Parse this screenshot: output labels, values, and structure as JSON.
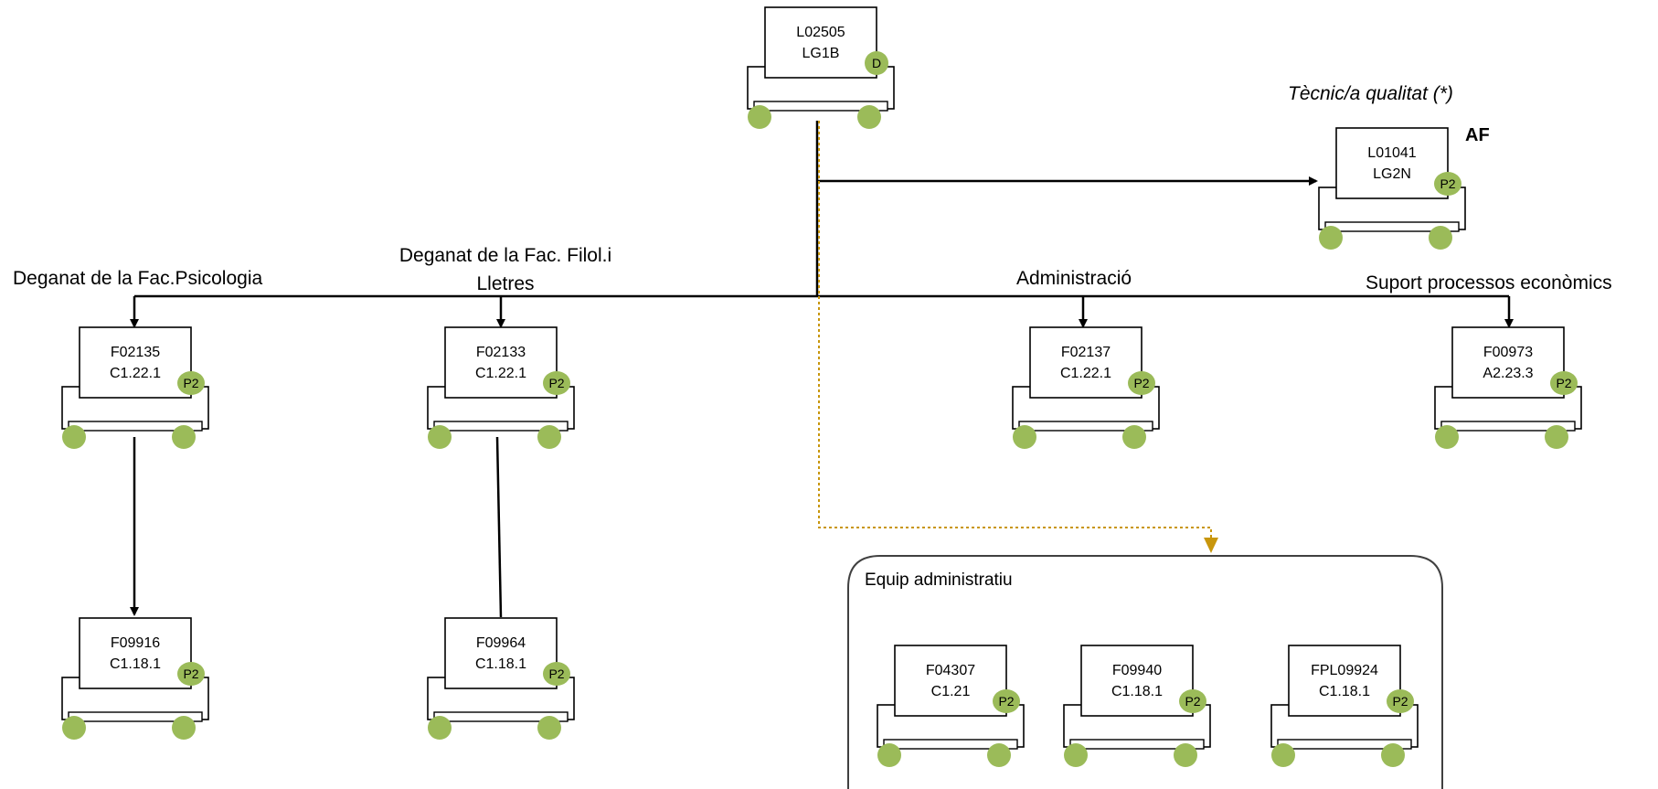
{
  "labels": {
    "tecnic": "Tècnic/a qualitat (*)",
    "af": "AF",
    "psicologia": "Deganat de la Fac.Psicologia",
    "filol_line1": "Deganat de la Fac. Filol.i",
    "filol_line2": "Lletres",
    "administracio": "Administració",
    "suport": "Suport processos econòmics",
    "equip": "Equip administratiu"
  },
  "nodes": [
    {
      "id": "top",
      "code": "L02505",
      "grade": "LG1B",
      "badge": "D"
    },
    {
      "id": "tecnic",
      "code": "L01041",
      "grade": "LG2N",
      "badge": "P2"
    },
    {
      "id": "psico",
      "code": "F02135",
      "grade": "C1.22.1",
      "badge": "P2"
    },
    {
      "id": "filol",
      "code": "F02133",
      "grade": "C1.22.1",
      "badge": "P2"
    },
    {
      "id": "admin",
      "code": "F02137",
      "grade": "C1.22.1",
      "badge": "P2"
    },
    {
      "id": "suport",
      "code": "F00973",
      "grade": "A2.23.3",
      "badge": "P2"
    },
    {
      "id": "psico2",
      "code": "F09916",
      "grade": "C1.18.1",
      "badge": "P2"
    },
    {
      "id": "filol2",
      "code": "F09964",
      "grade": "C1.18.1",
      "badge": "P2"
    },
    {
      "id": "equip1",
      "code": "F04307",
      "grade": "C1.21",
      "badge": "P2"
    },
    {
      "id": "equip2",
      "code": "F09940",
      "grade": "C1.18.1",
      "badge": "P2"
    },
    {
      "id": "equip3",
      "code": "FPL09924",
      "grade": "C1.18.1",
      "badge": "P2"
    }
  ],
  "colors": {
    "green": "#9bbb59",
    "dotted_arrow": "#c8960c",
    "line": "#000000"
  }
}
